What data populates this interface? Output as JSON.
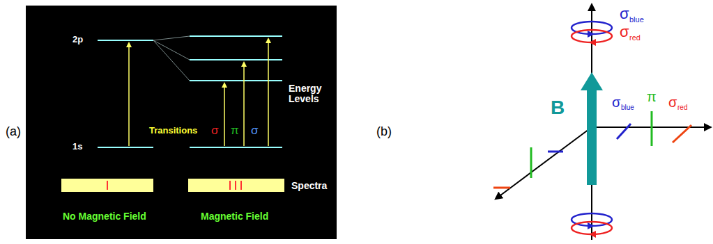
{
  "diagram": {
    "labels": [
      "(a)",
      "2p",
      "1s",
      "Transitions",
      "σ",
      "π",
      "σ",
      "Energy Levels",
      "Spectra",
      "No Magnetic Field",
      "Magnetic Field",
      "(b)",
      "σ",
      "blue",
      "σ",
      "red",
      "B",
      "σ",
      "blue",
      "π",
      "σ",
      "red"
    ]
  }
}
